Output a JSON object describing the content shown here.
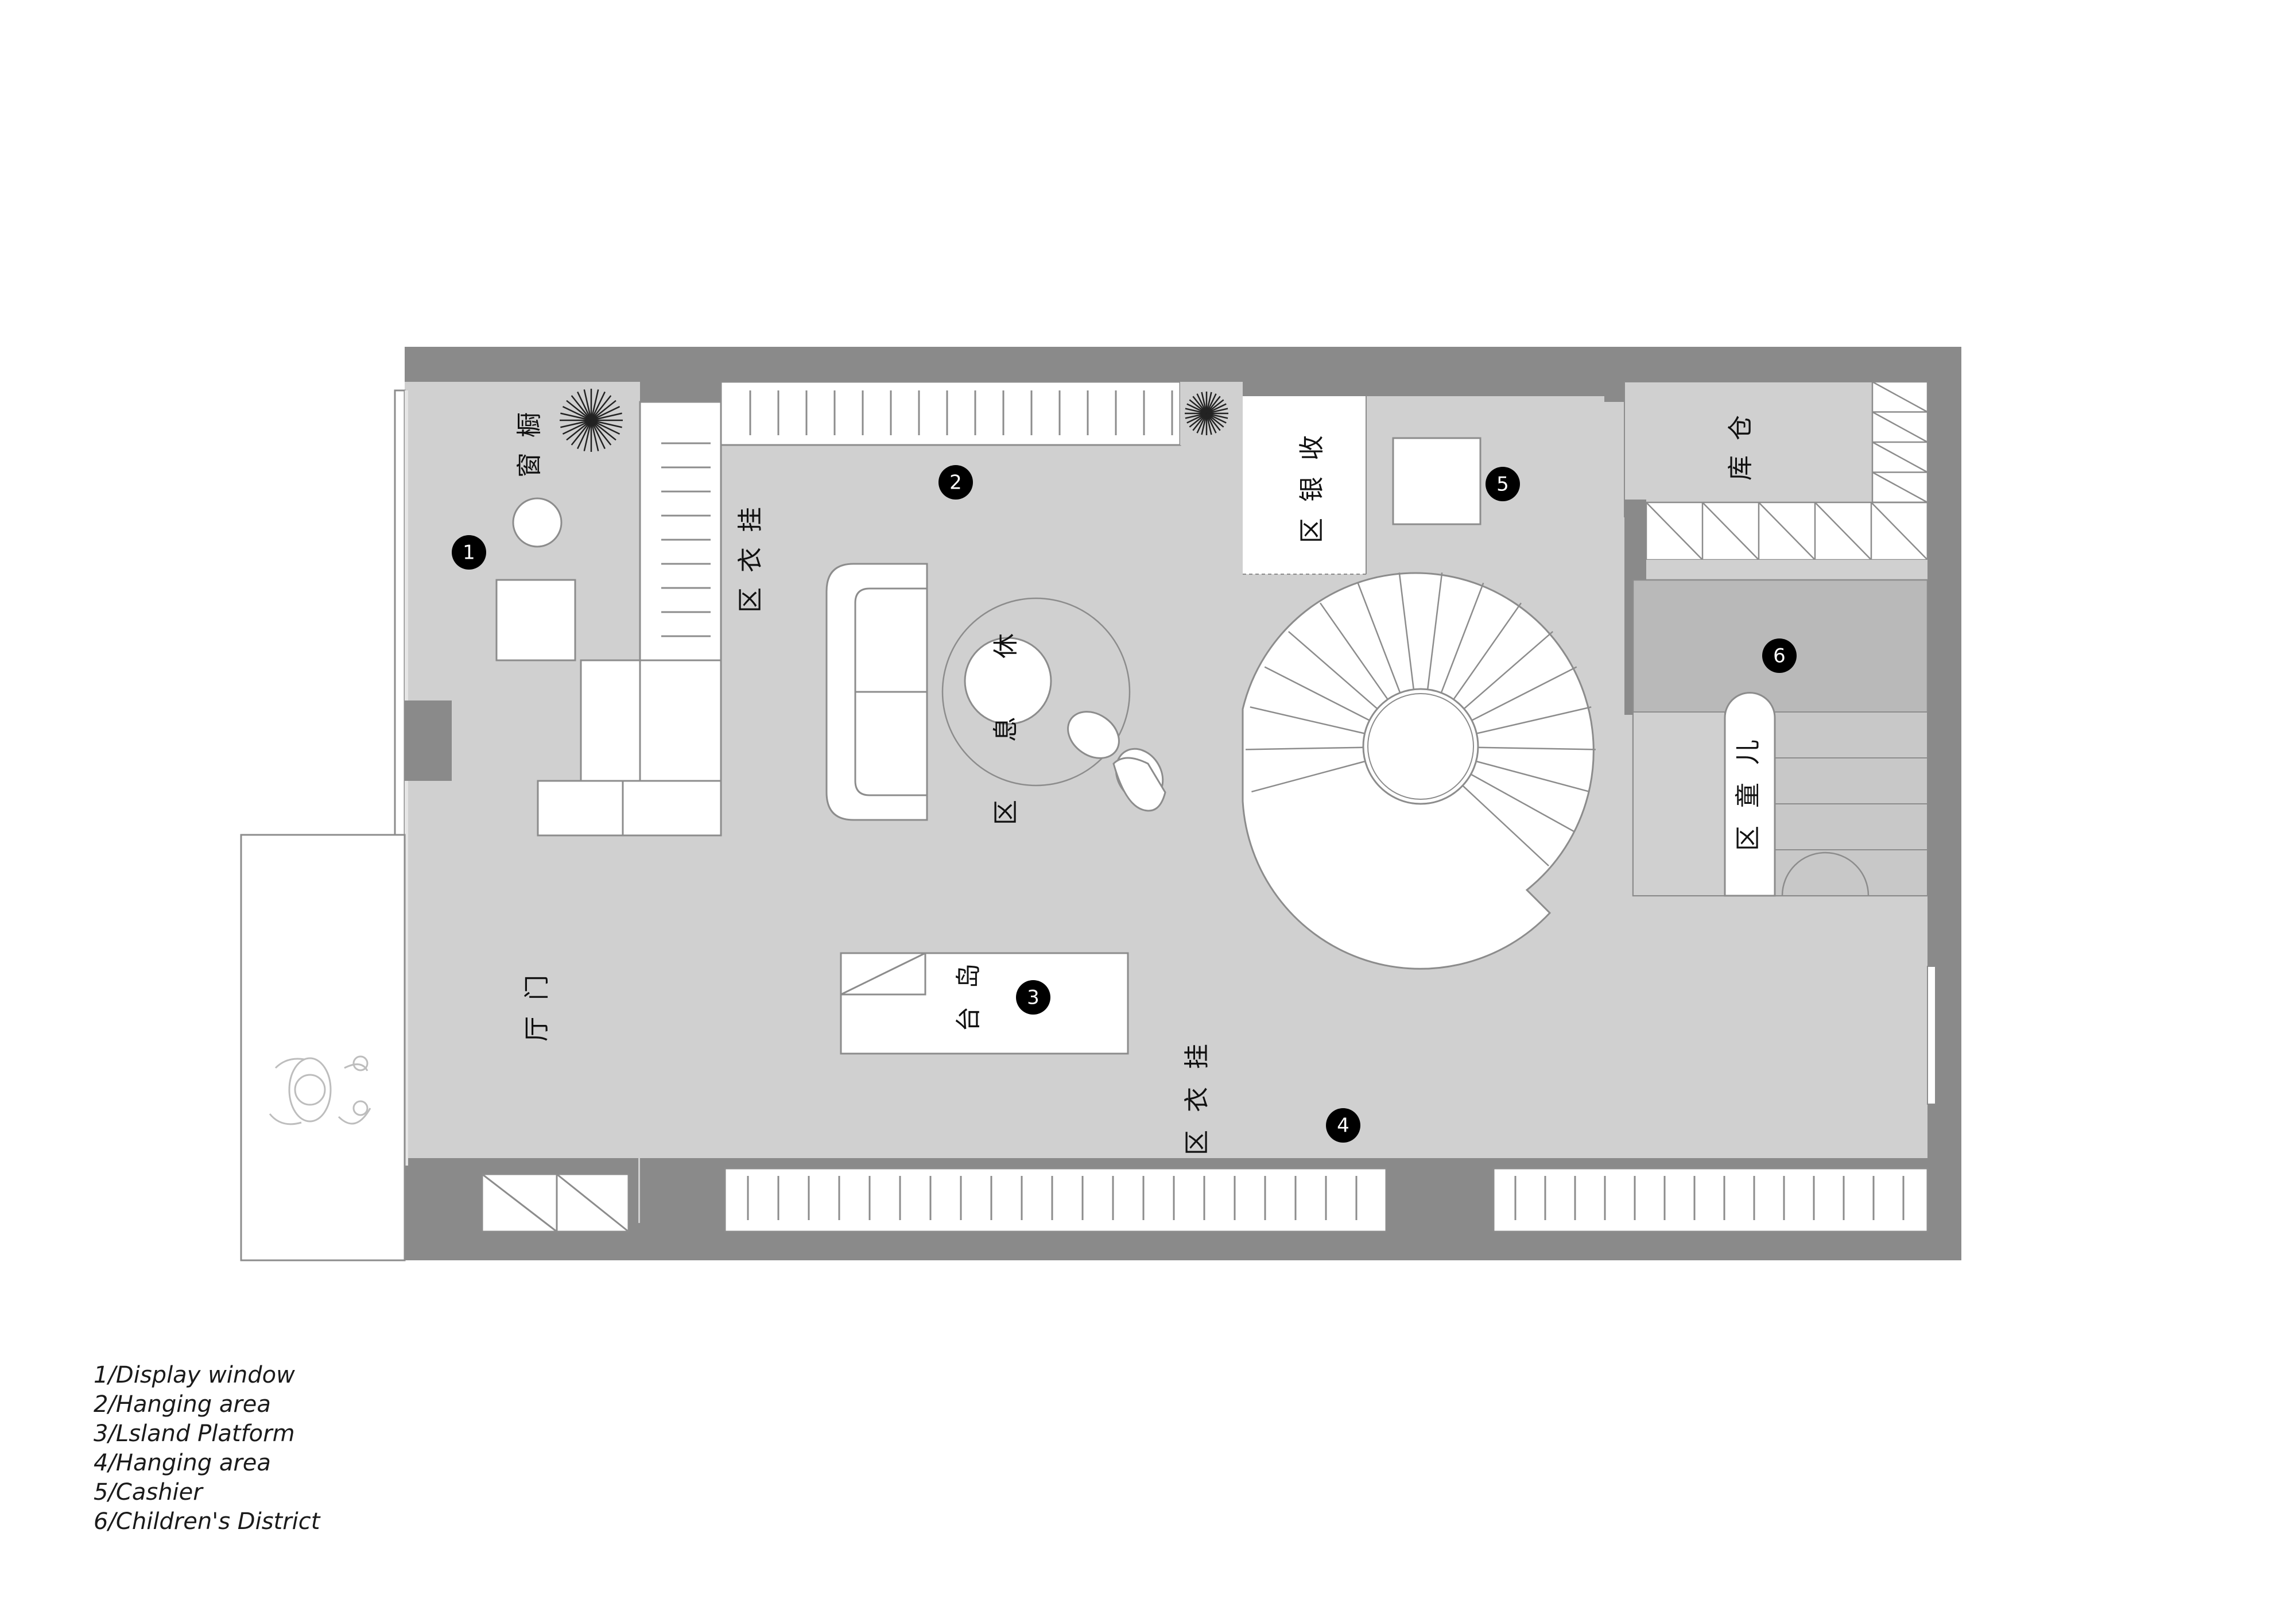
{
  "colors": {
    "wall": "#8a8a8a",
    "floor": "#d0d0d0",
    "furniture": "#ffffff",
    "line": "#8c8c8c",
    "marker": "#000000",
    "children_zone": "#b9b9b9"
  },
  "zones": [
    {
      "id": "display-window",
      "label": "橱窗",
      "number": "1"
    },
    {
      "id": "hanging-area-1",
      "label": "挂衣区",
      "number": "2"
    },
    {
      "id": "rest-area",
      "label": "休息区"
    },
    {
      "id": "island-platform",
      "label": "岛台",
      "number": "3"
    },
    {
      "id": "hanging-area-2",
      "label": "挂衣区",
      "number": "4"
    },
    {
      "id": "cashier",
      "label": "收银区",
      "number": "5"
    },
    {
      "id": "children-district",
      "label": "儿童区",
      "number": "6"
    },
    {
      "id": "warehouse",
      "label": "仓库"
    },
    {
      "id": "entrance-hall",
      "label": "门厅"
    }
  ],
  "legend": [
    "1/Display window",
    "2/Hanging area",
    "3/Lsland Platform",
    "4/Hanging area",
    "5/Cashier",
    "6/Children's District"
  ]
}
